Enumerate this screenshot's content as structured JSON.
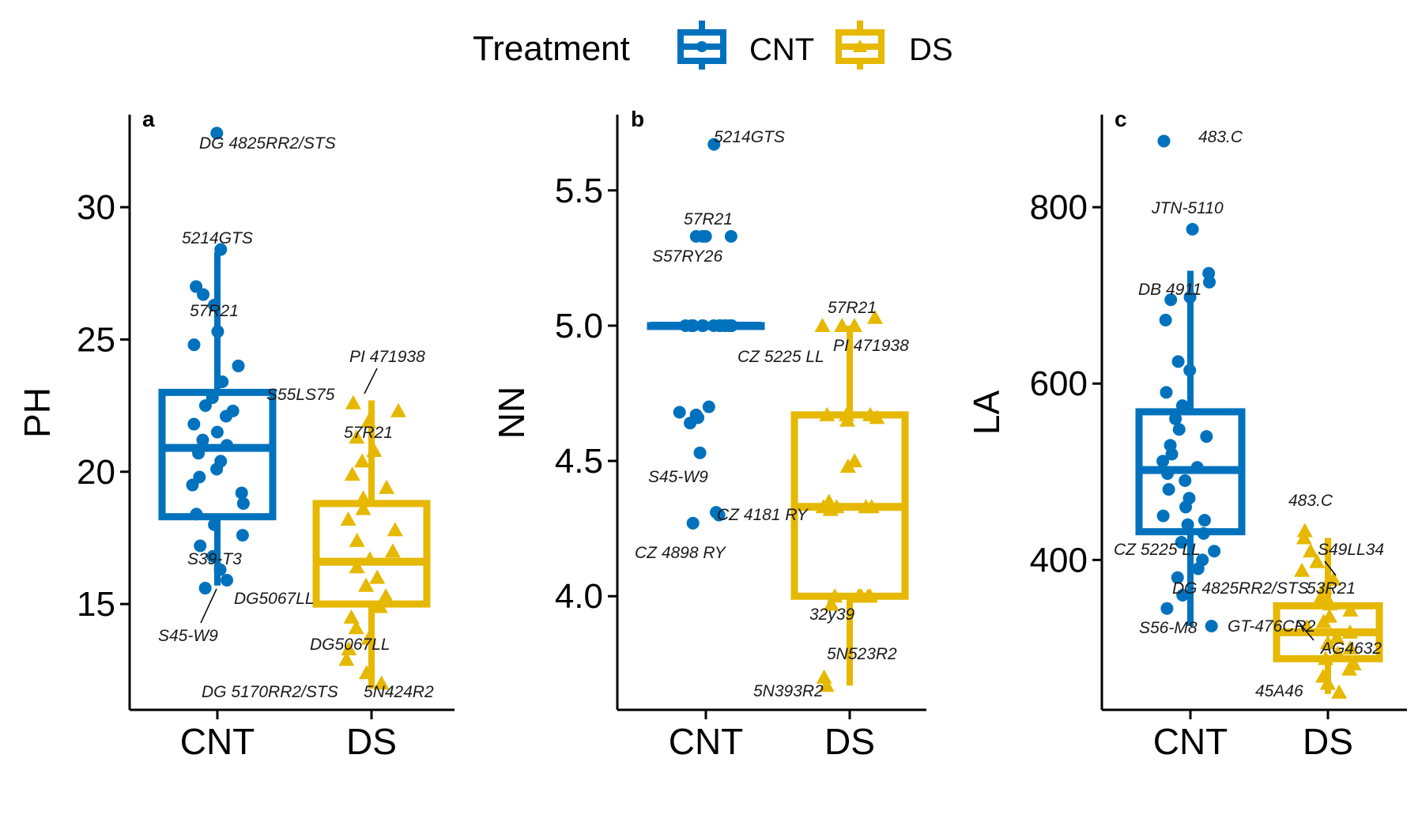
{
  "legend": {
    "title": "Treatment",
    "entries": [
      {
        "label": "CNT",
        "color": "#0072BD",
        "shape": "circle"
      },
      {
        "label": "DS",
        "color": "#E6B800",
        "shape": "triangle"
      }
    ]
  },
  "chart_data": [
    {
      "type": "box",
      "panel_label": "a",
      "ylabel": "PH",
      "xlabel": "",
      "categories": [
        "CNT",
        "DS"
      ],
      "ylim": [
        11,
        33.5
      ],
      "yticks": [
        15,
        20,
        25,
        30
      ],
      "boxes": [
        {
          "category": "CNT",
          "q1": 18.3,
          "median": 20.9,
          "q3": 23.0,
          "whisker_low": 15.7,
          "whisker_high": 28.3
        },
        {
          "category": "DS",
          "q1": 15.0,
          "median": 16.6,
          "q3": 18.8,
          "whisker_low": 11.8,
          "whisker_high": 22.7
        }
      ],
      "points": [
        {
          "category": "CNT",
          "values": [
            32.8,
            28.4,
            27.0,
            26.7,
            26.3,
            25.3,
            24.8,
            24.0,
            23.4,
            22.8,
            22.5,
            22.3,
            22.1,
            21.8,
            21.5,
            21.2,
            21.0,
            20.7,
            20.4,
            20.1,
            19.8,
            19.5,
            19.2,
            18.8,
            18.4,
            18.0,
            17.6,
            17.2,
            16.8,
            16.3,
            15.9,
            15.6
          ]
        },
        {
          "category": "DS",
          "values": [
            22.6,
            22.3,
            21.9,
            21.3,
            20.8,
            20.4,
            19.9,
            19.4,
            19.0,
            18.6,
            18.2,
            17.8,
            17.4,
            17.0,
            16.7,
            16.4,
            16.0,
            15.7,
            15.3,
            14.9,
            14.5,
            14.1,
            13.7,
            13.3,
            12.9,
            12.4,
            12.0
          ]
        }
      ],
      "annotations": [
        "DG 4825RR2/STS",
        "5214GTS",
        "57R21",
        "S55LS75",
        "S39-T3",
        "DG5067LL",
        "S45-W9",
        "PI 471938",
        "57R21",
        "DG5067LL",
        "DG 5170RR2/STS",
        "5N424R2"
      ]
    },
    {
      "type": "box",
      "panel_label": "b",
      "ylabel": "NN",
      "xlabel": "",
      "categories": [
        "CNT",
        "DS"
      ],
      "ylim": [
        3.58,
        5.78
      ],
      "yticks": [
        4.0,
        4.5,
        5.0,
        5.5
      ],
      "yticklabels": [
        "4.0",
        "4.5",
        "5.0",
        "5.5"
      ],
      "boxes": [
        {
          "category": "CNT",
          "q1": 5.0,
          "median": 5.0,
          "q3": 5.0,
          "whisker_low": 5.0,
          "whisker_high": 5.0
        },
        {
          "category": "DS",
          "q1": 4.0,
          "median": 4.33,
          "q3": 4.67,
          "whisker_low": 3.67,
          "whisker_high": 5.0
        }
      ],
      "points": [
        {
          "category": "CNT",
          "values": [
            5.67,
            5.33,
            5.33,
            5.33,
            5.33,
            5.0,
            5.0,
            5.0,
            5.0,
            5.0,
            5.0,
            5.0,
            5.0,
            5.0,
            5.0,
            5.0,
            5.0,
            5.0,
            5.0,
            5.0,
            5.0,
            4.7,
            4.68,
            4.67,
            4.66,
            4.64,
            4.53,
            4.31,
            4.3,
            4.27
          ]
        },
        {
          "category": "DS",
          "values": [
            5.03,
            5.0,
            5.0,
            5.0,
            4.67,
            4.67,
            4.66,
            4.65,
            4.67,
            4.5,
            4.48,
            4.35,
            4.33,
            4.33,
            4.33,
            4.33,
            4.32,
            4.0,
            4.0,
            4.0,
            4.0,
            4.0,
            4.0,
            3.97,
            3.7,
            3.67
          ]
        }
      ],
      "annotations": [
        "5214GTS",
        "57R21",
        "S57RY26",
        "CZ 5225 LL",
        "S45-W9",
        "CZ 4181 RY",
        "CZ 4898 RY",
        "57R21",
        "PI 471938",
        "32y39",
        "5N523R2",
        "5N393R2"
      ]
    },
    {
      "type": "box",
      "panel_label": "c",
      "ylabel": "LA",
      "xlabel": "",
      "categories": [
        "CNT",
        "DS"
      ],
      "ylim": [
        230,
        905
      ],
      "yticks": [
        400,
        600,
        800
      ],
      "boxes": [
        {
          "category": "CNT",
          "q1": 432,
          "median": 502,
          "q3": 568,
          "whisker_low": 325,
          "whisker_high": 728
        },
        {
          "category": "DS",
          "q1": 288,
          "median": 318,
          "q3": 348,
          "whisker_low": 248,
          "whisker_high": 425
        }
      ],
      "points": [
        {
          "category": "CNT",
          "values": [
            875,
            775,
            725,
            715,
            695,
            698,
            672,
            625,
            615,
            590,
            575,
            560,
            548,
            540,
            530,
            520,
            512,
            505,
            498,
            490,
            480,
            470,
            460,
            450,
            445,
            440,
            430,
            420,
            410,
            400,
            390,
            380,
            360,
            345,
            325
          ]
        },
        {
          "category": "DS",
          "values": [
            433,
            425,
            410,
            398,
            388,
            378,
            368,
            358,
            350,
            343,
            336,
            330,
            324,
            318,
            312,
            306,
            300,
            294,
            288,
            282,
            276,
            268,
            260,
            250
          ]
        }
      ],
      "annotations": [
        "483.C",
        "JTN-5110",
        "DB 4911",
        "CZ 5225 LL",
        "DG 4825RR2/STS",
        "S56-M8",
        "483.C",
        "S49LL34",
        "53R21",
        "GT-476CR2",
        "AG4632",
        "45A46"
      ]
    }
  ]
}
